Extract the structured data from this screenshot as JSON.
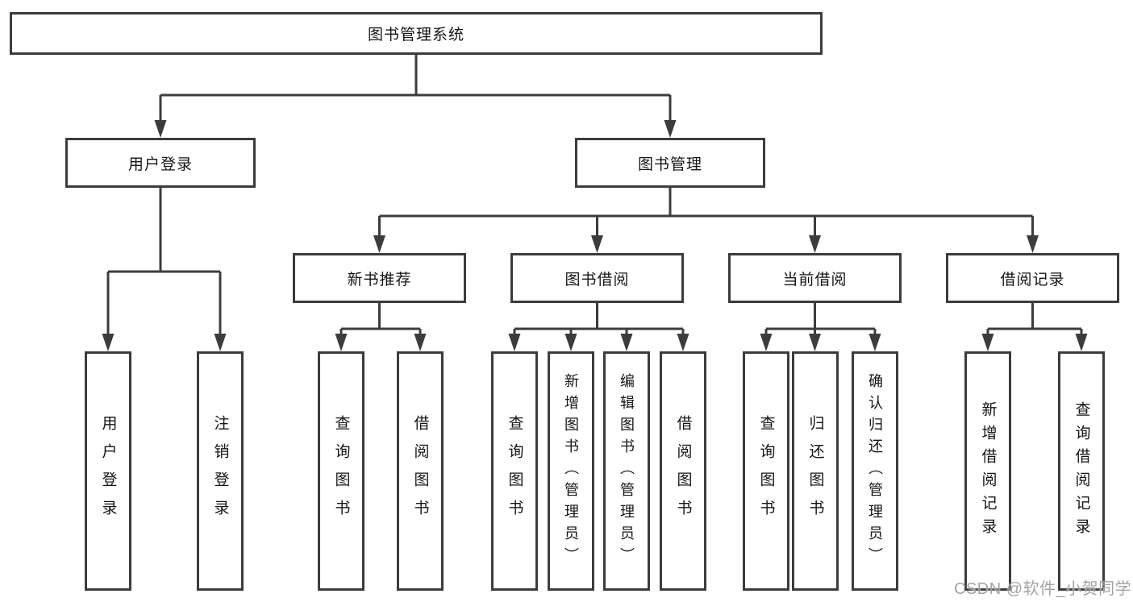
{
  "tree": {
    "root": {
      "label": "图书管理系统"
    },
    "children": [
      {
        "label": "用户登录",
        "children": [
          {
            "label": "用户登录"
          },
          {
            "label": "注销登录"
          }
        ]
      },
      {
        "label": "图书管理",
        "children": [
          {
            "label": "新书推荐",
            "children": [
              {
                "label": "查询图书"
              },
              {
                "label": "借阅图书"
              }
            ]
          },
          {
            "label": "图书借阅",
            "children": [
              {
                "label": "查询图书"
              },
              {
                "label": "新增图书（管理员）"
              },
              {
                "label": "编辑图书（管理员）"
              },
              {
                "label": "借阅图书"
              }
            ]
          },
          {
            "label": "当前借阅",
            "children": [
              {
                "label": "查询图书"
              },
              {
                "label": "归还图书"
              },
              {
                "label": "确认归还（管理员）"
              }
            ]
          },
          {
            "label": "借阅记录",
            "children": [
              {
                "label": "新增借阅记录"
              },
              {
                "label": "查询借阅记录"
              }
            ]
          }
        ]
      }
    ]
  },
  "watermark": "CSDN @软件_小贺同学",
  "colors": {
    "line": "#3c3c3c",
    "box_background": "#ffffff",
    "text": "#151515",
    "watermark": "#9e9ea0"
  }
}
